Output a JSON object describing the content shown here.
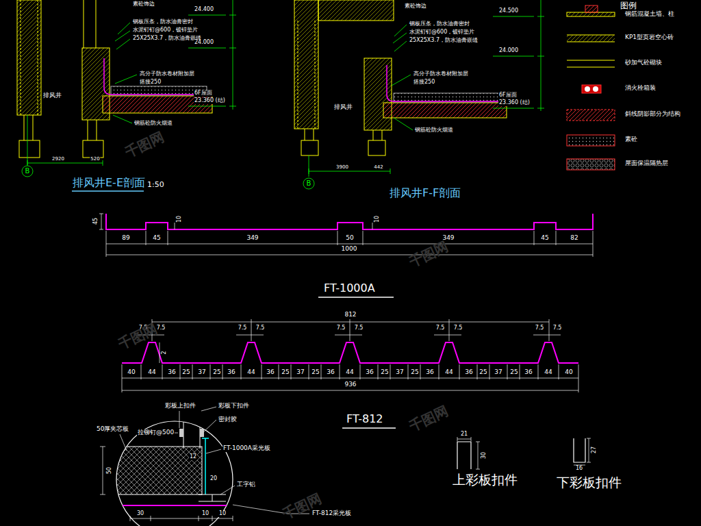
{
  "diagram": {
    "labels": [
      "素砼饰边",
      "钢板压条，防水油膏密封",
      "水泥钉钉@600，镀锌垫片",
      "25X25X3.7，防水油膏嵌缝",
      "24.400",
      "24.000",
      "高分子防水卷材附加层",
      "搭接250",
      "6F屋面",
      "23.360 (结)",
      "排风井",
      "钢筋砼防火烟道",
      "2920",
      "520",
      "B",
      "排风井E-E剖面",
      "1:50",
      "素砼饰边",
      "钢板压条，防水油膏密封",
      "水泥钉钉@600，镀锌垫片",
      "25X25X3.7，防水油膏嵌缝",
      "24.500",
      "24.000",
      "高分子防水卷材附加层",
      "搭接250",
      "6F屋面",
      "23.360 (结)",
      "排风井",
      "钢筋砼防火烟道",
      "3900",
      "442",
      "B",
      "排风井F-F剖面",
      "图例",
      "45",
      "10",
      "10",
      "89",
      "45",
      "349",
      "50",
      "349",
      "45",
      "82",
      "1000",
      "FT-1000A",
      "812",
      "7.5",
      "7.5",
      "7.5",
      "7.5",
      "7.5",
      "7.5",
      "7.5",
      "7.5",
      "7.5",
      "7.5",
      "2",
      "40",
      "44",
      "36",
      "25",
      "37",
      "25",
      "36",
      "44",
      "36",
      "25",
      "37",
      "25",
      "36",
      "44",
      "36",
      "25",
      "37",
      "25",
      "36",
      "44",
      "36",
      "25",
      "37",
      "25",
      "36",
      "44",
      "40",
      "936",
      "FT-812",
      "彩板上扣件",
      "彩板下扣件",
      "密封胶",
      "50厚夹芯板",
      "拉铆钉@500",
      "FT-1000A采光板",
      "12",
      "50",
      "20",
      "工字铝",
      "30",
      "10",
      "10",
      "FT-812采光板",
      "21",
      "30",
      "上彩板扣件",
      "27",
      "16",
      "下彩板扣件",
      "千图网",
      "千图网",
      "千图网",
      "千图网",
      "千图网"
    ],
    "legend": [
      {
        "text": "钢筋混凝土墙、柱"
      },
      {
        "text": "KP1型页岩空心砖"
      },
      {
        "text": "砂加气砼砌块"
      },
      {
        "text": "消火栓箱装"
      },
      {
        "text": "斜线阴影部分为结构"
      },
      {
        "text": "素砼"
      },
      {
        "text": "屋面保温隔热层"
      }
    ]
  }
}
